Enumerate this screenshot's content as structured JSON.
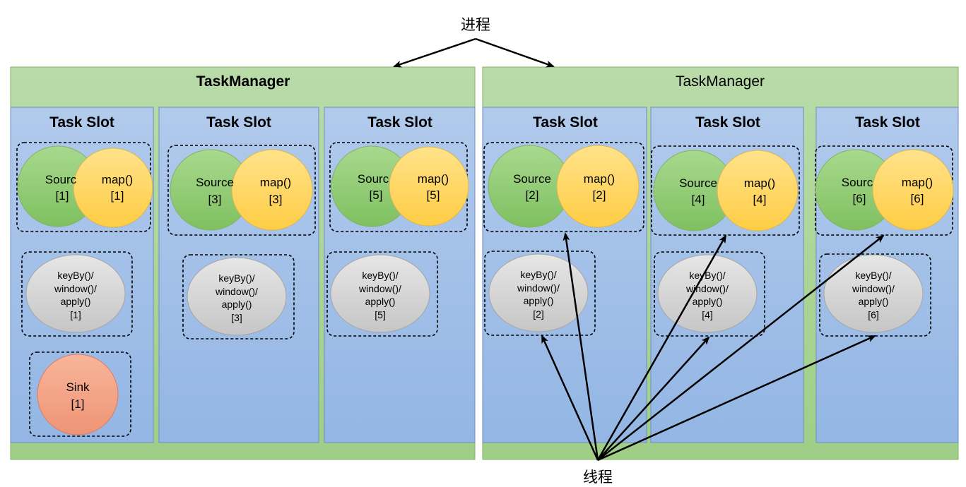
{
  "labels": {
    "process": "进程",
    "thread": "线程"
  },
  "task_managers": [
    {
      "title": "TaskManager",
      "title_bold": true,
      "slots": [
        {
          "title": "Task Slot",
          "source": {
            "name": "Sourc",
            "index": "[1]"
          },
          "map": {
            "name": "map()",
            "index": "[1]"
          },
          "window": {
            "l1": "keyBy()/",
            "l2": "window()/",
            "l3": "apply()",
            "index": "[1]"
          },
          "sink": {
            "name": "Sink",
            "index": "[1]"
          }
        },
        {
          "title": "Task Slot",
          "source": {
            "name": "Source",
            "index": "[3]"
          },
          "map": {
            "name": "map()",
            "index": "[3]"
          },
          "window": {
            "l1": "keyBy()/",
            "l2": "window()/",
            "l3": "apply()",
            "index": "[3]"
          }
        },
        {
          "title": "Task Slot",
          "source": {
            "name": "Sourc",
            "index": "[5]"
          },
          "map": {
            "name": "map()",
            "index": "[5]"
          },
          "window": {
            "l1": "keyBy()/",
            "l2": "window()/",
            "l3": "apply()",
            "index": "[5]"
          }
        }
      ]
    },
    {
      "title": "TaskManager",
      "title_bold": false,
      "slots": [
        {
          "title": "Task Slot",
          "source": {
            "name": "Source",
            "index": "[2]"
          },
          "map": {
            "name": "map()",
            "index": "[2]"
          },
          "window": {
            "l1": "keyBy()/",
            "l2": "window()/",
            "l3": "apply()",
            "index": "[2]"
          }
        },
        {
          "title": "Task Slot",
          "source": {
            "name": "Source",
            "index": "[4]"
          },
          "map": {
            "name": "map()",
            "index": "[4]"
          },
          "window": {
            "l1": "keyBy()/",
            "l2": "window()/",
            "l3": "apply()",
            "index": "[4]"
          }
        },
        {
          "title": "Task Slot",
          "source": {
            "name": "Sourc",
            "index": "[6]"
          },
          "map": {
            "name": "map()",
            "index": "[6]"
          },
          "window": {
            "l1": "keyBy()/",
            "l2": "window()/",
            "l3": "apply()",
            "index": "[6]"
          }
        }
      ]
    }
  ],
  "colors": {
    "task_manager_fill": "#b5d8a5",
    "task_slot_fill": "#a4c2ea",
    "source_fill": "#97d077",
    "map_fill": "#ffd966",
    "window_fill": "#d6d6d6",
    "sink_fill": "#f4a98a"
  }
}
